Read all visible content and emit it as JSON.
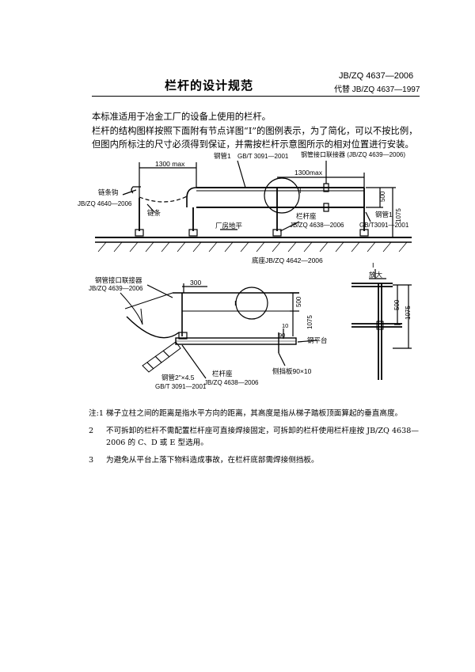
{
  "header": {
    "standard_no": "JB/ZQ 4637—2006",
    "title": "栏杆的设计规范",
    "replaces": "代替 JB/ZQ 4637—1997"
  },
  "intro": {
    "p1": "本标准适用于冶金工厂的设备上使用的栏杆。",
    "p2": "栏杆的结构图样按照下面附有节点详图“Ⅰ”的图例表示，为了简化，可以不按比例，但图内所标注的尺寸必须得到保证，并需按栏杆示意图所示的相对位置进行安装。"
  },
  "figure_top": {
    "label_pipe1": "钢管1",
    "label_pipe1_std": "GB/T 3091—2001",
    "label_connector": "钢管接口联接器 (JB/ZQ 4639—2006)",
    "dim_1300_left": "1300 max",
    "dim_1300_right": "1300max",
    "label_chain_hook": "链条钩",
    "label_chain_hook_std": "JB/ZQ 4640—2006",
    "label_chain": "链条",
    "detail_mark": "Ⅰ",
    "dim_500": "500",
    "dim_1075": "1075",
    "label_seat": "栏杆座",
    "label_seat_std": "JB/ZQ 4638—2006",
    "label_pipe2": "钢管1",
    "label_pipe2_std": "GB/T3091—2001",
    "label_floor": "厂房地平",
    "label_base": "底座JB/ZQ 4642—2006"
  },
  "figure_bottom": {
    "label_connector": "钢管接口联接器",
    "label_connector_std": "JB/ZQ 4639—2006",
    "dim_300": "300",
    "detail_mark": "Ⅰ",
    "dim_1075": "1075",
    "dim_500": "500",
    "dim_10": "10",
    "dim_90": "90",
    "label_platform": "钢平台",
    "label_pipe": "钢管2\"×4.5",
    "label_pipe_std": "GB/T 3091—2001",
    "label_seat": "栏杆座",
    "label_seat_std": "JB/ZQ 4638—2006",
    "label_guard": "侧挡板90×10"
  },
  "figure_detail": {
    "mark": "Ⅰ",
    "label_enlarged": "放大",
    "dim_500": "500",
    "dim_1075": "1075"
  },
  "notes": [
    {
      "n": "注:1",
      "t": "梯子立柱之间的距离是指水平方向的距离，其高度是指从梯子踏板顶面算起的垂直高度。"
    },
    {
      "n": "2",
      "t": "不可拆卸的栏杆不需配置栏杆座可直接焊接固定，可拆卸的栏杆使用栏杆座按 JB/ZQ 4638—2006 的 C、D 或 E 型选用。"
    },
    {
      "n": "3",
      "t": "为避免从平台上落下物料造成事故，在栏杆底部需焊接侧挡板。"
    }
  ]
}
